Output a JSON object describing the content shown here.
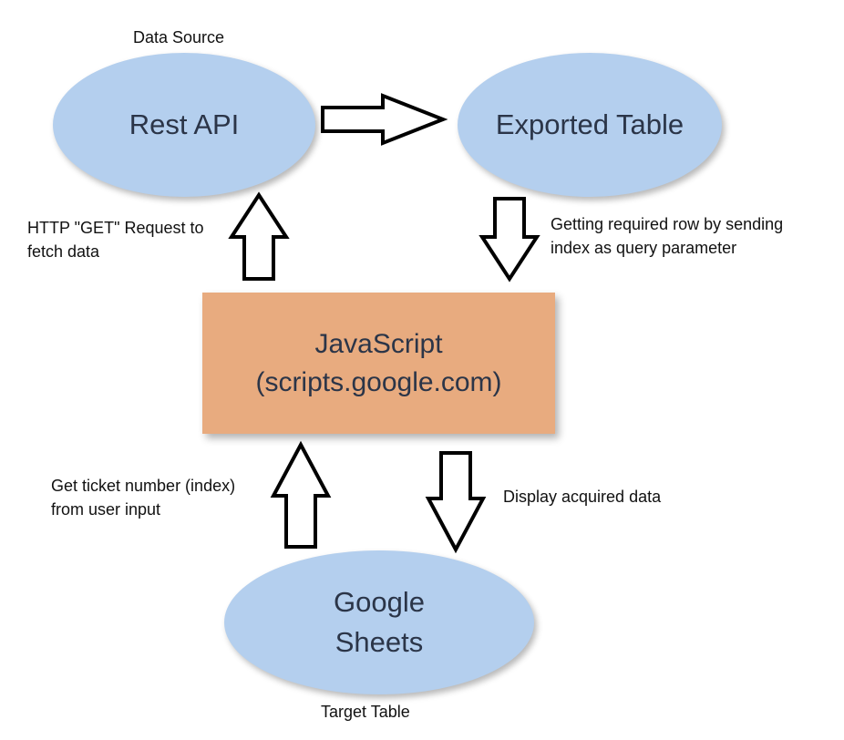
{
  "nodes": {
    "rest_api": {
      "label": "Rest API",
      "caption": "Data Source"
    },
    "exported_table": {
      "label": "Exported Table"
    },
    "javascript": {
      "line1": "JavaScript",
      "line2": "(scripts.google.com)"
    },
    "google_sheets": {
      "line1": "Google",
      "line2": "Sheets",
      "caption": "Target Table"
    }
  },
  "edges": {
    "http_get": {
      "line1": "HTTP \"GET\" Request to",
      "line2": "fetch data"
    },
    "get_row": {
      "line1": "Getting required row by sending",
      "line2": "index as query parameter"
    },
    "get_ticket": {
      "line1": "Get ticket number (index)",
      "line2": "from user input"
    },
    "display": {
      "label": "Display acquired data"
    }
  },
  "colors": {
    "ellipse_fill": "#b4cfee",
    "box_fill": "#e8ab7f",
    "arrow_fill": "#ffffff",
    "arrow_stroke": "#000000"
  }
}
